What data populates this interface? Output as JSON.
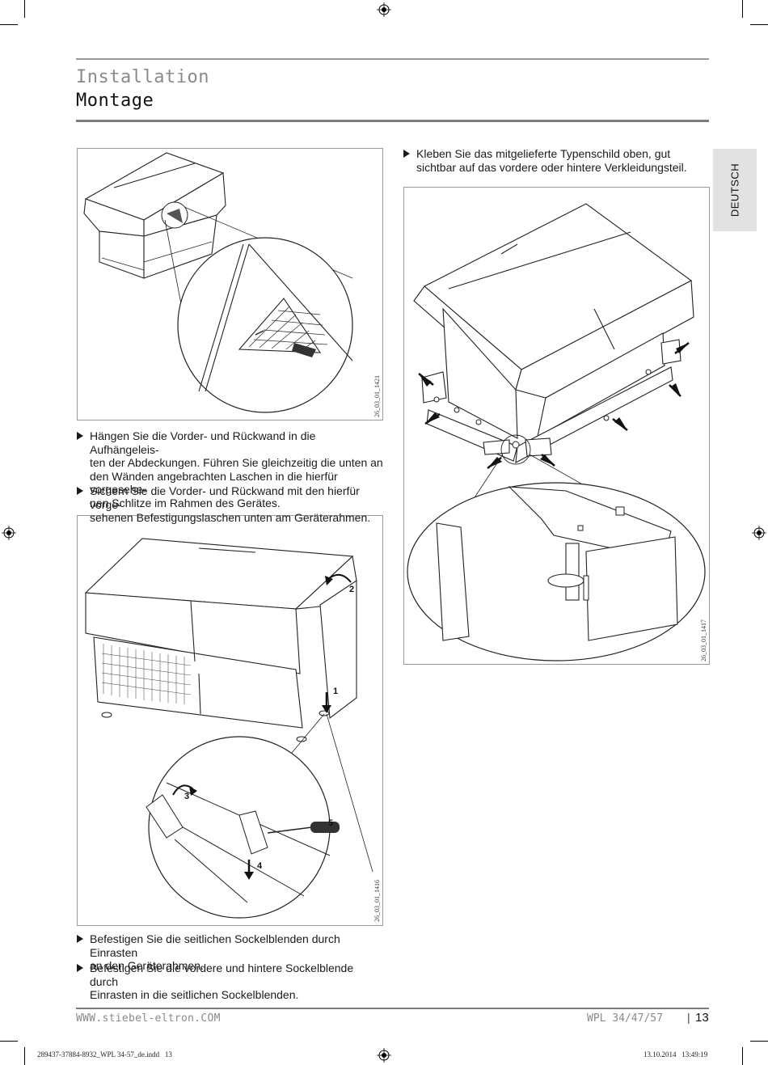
{
  "header": {
    "section_title": "Installation",
    "section_subtitle": "Montage"
  },
  "side_tab": {
    "label": "DEUTSCH"
  },
  "figures": [
    {
      "id": "26_03_01_1421"
    },
    {
      "id": "26_03_01_1417"
    },
    {
      "id": "26_03_01_1416",
      "callouts": [
        "1",
        "2",
        "3",
        "4",
        "5"
      ]
    }
  ],
  "instructions": [
    "Kleben Sie das mitgelieferte Typenschild oben, gut sichtbar auf das vordere oder hintere Verkleidungsteil.",
    "Hängen Sie die Vorder- und Rückwand in die Aufhängeleis-\nten der Abdeckungen. Führen Sie gleichzeitig die unten an\nden Wänden angebrachten Laschen in die hierfür vorgesehe-\nnen Schlitze im Rahmen des Gerätes.",
    "Sichern Sie die Vorder- und Rückwand mit den hierfür vorge-\nsehenen Befestigungslaschen unten am Geräterahmen.",
    "Befestigen Sie die seitlichen Sockelblenden durch Einrasten\nan den Geräterahmen.",
    "Befestigen Sie die vordere und hintere Sockelblende durch\nEinrasten in die seitlichen Sockelblenden."
  ],
  "footer": {
    "url": "WWW.stiebel-eltron.COM",
    "model": "WPL 34/47/57",
    "separator": "|",
    "page_number": "13"
  },
  "print_slug": {
    "file": "289437-37884-8932_WPL 34-57_de.indd   13",
    "timestamp": "13.10.2014   13:49:19"
  }
}
